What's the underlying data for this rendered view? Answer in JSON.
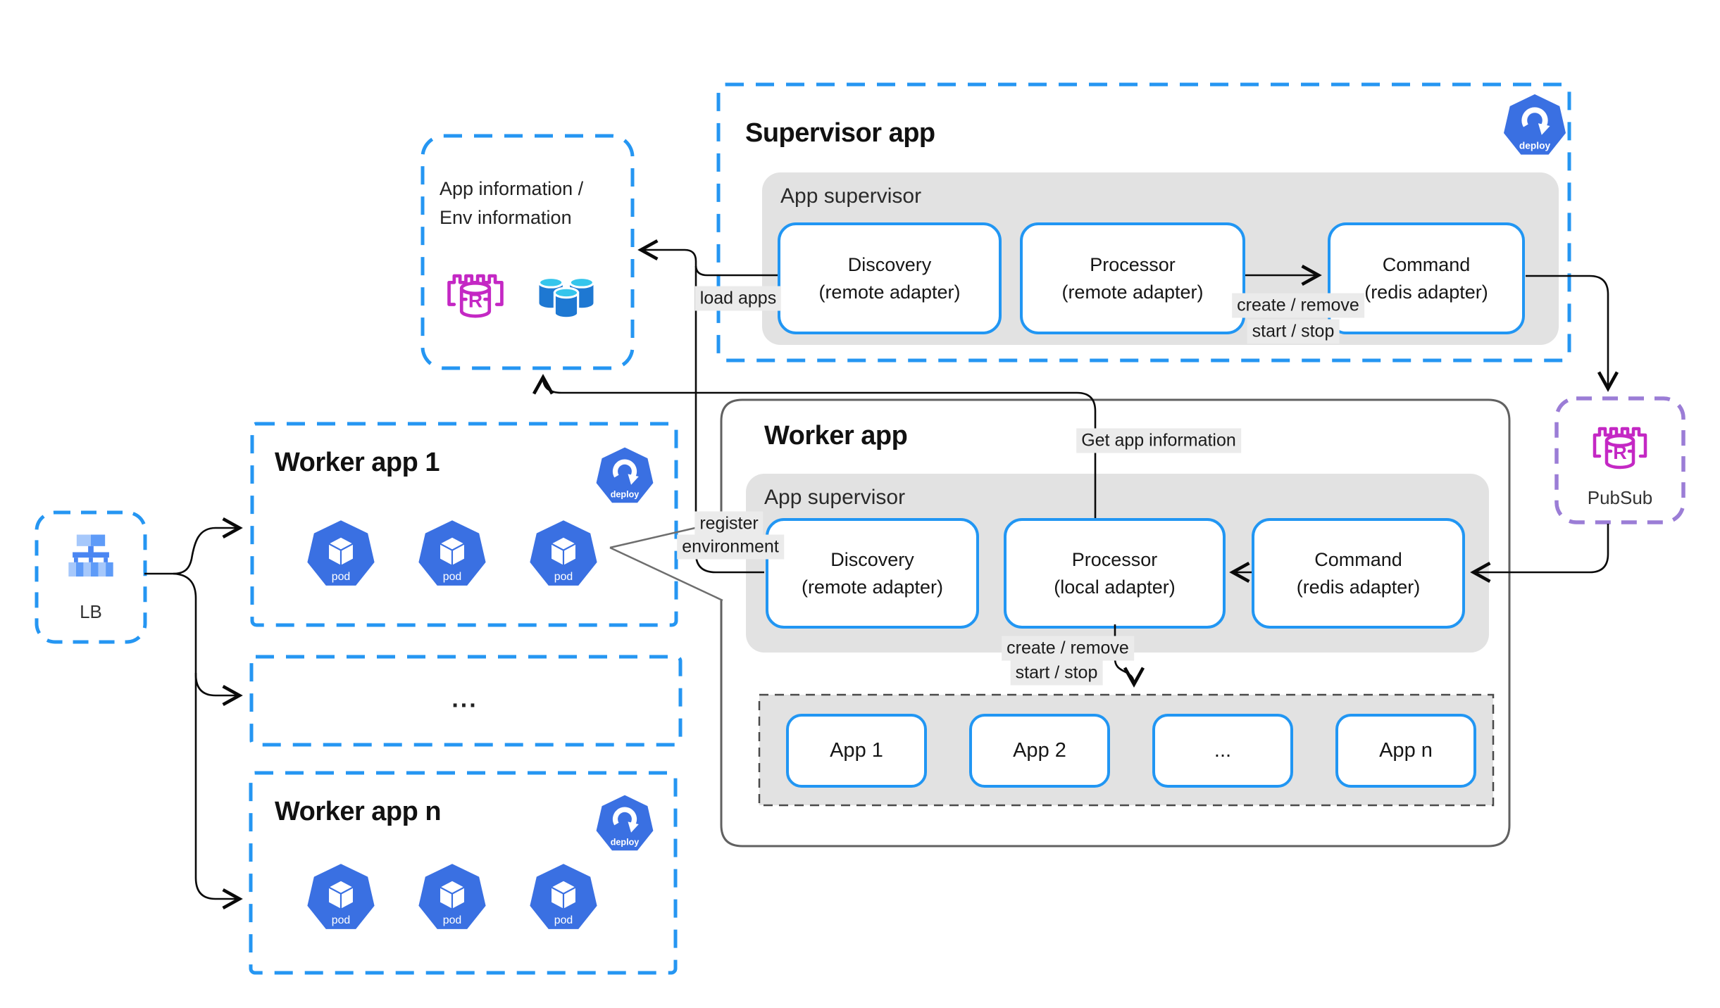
{
  "diagram": {
    "supervisor_app": {
      "title": "Supervisor app",
      "group_label": "App supervisor",
      "deploy_label": "deploy",
      "components": {
        "discovery": {
          "name": "Discovery",
          "adapter": "(remote adapter)"
        },
        "processor": {
          "name": "Processor",
          "adapter": "(remote adapter)"
        },
        "command": {
          "name": "Command",
          "adapter": "(redis adapter)"
        }
      }
    },
    "worker_app": {
      "title": "Worker app",
      "group_label": "App supervisor",
      "components": {
        "discovery": {
          "name": "Discovery",
          "adapter": "(remote adapter)"
        },
        "processor": {
          "name": "Processor",
          "adapter": "(local adapter)"
        },
        "command": {
          "name": "Command",
          "adapter": "(redis adapter)"
        }
      },
      "apps": [
        "App 1",
        "App 2",
        "...",
        "App n"
      ]
    },
    "app_info": {
      "line1": "App information /",
      "line2": "Env information"
    },
    "pubsub": {
      "label": "PubSub"
    },
    "lb": {
      "label": "LB"
    },
    "worker_app_1": {
      "title": "Worker app 1",
      "pod_label": "pod",
      "deploy_label": "deploy"
    },
    "worker_apps_more": {
      "label": "..."
    },
    "worker_app_n": {
      "title": "Worker app n",
      "pod_label": "pod",
      "deploy_label": "deploy"
    },
    "edge_labels": {
      "load_apps": "load apps",
      "sup_create_remove": "create / remove",
      "sup_start_stop": "start / stop",
      "get_app_information": "Get app information",
      "register": "register",
      "environment": "environment",
      "worker_create_remove": "create / remove",
      "worker_start_stop": "start / stop"
    },
    "colors": {
      "accent_blue": "#2196f3",
      "k8s_blue": "#3a70e2",
      "redis_magenta": "#c428c4",
      "pubsub_purple": "#9b7dd6",
      "group_gray": "#e2e2e2",
      "line_black": "#0a0a0a",
      "callout_gray": "#6e6e6e"
    }
  }
}
